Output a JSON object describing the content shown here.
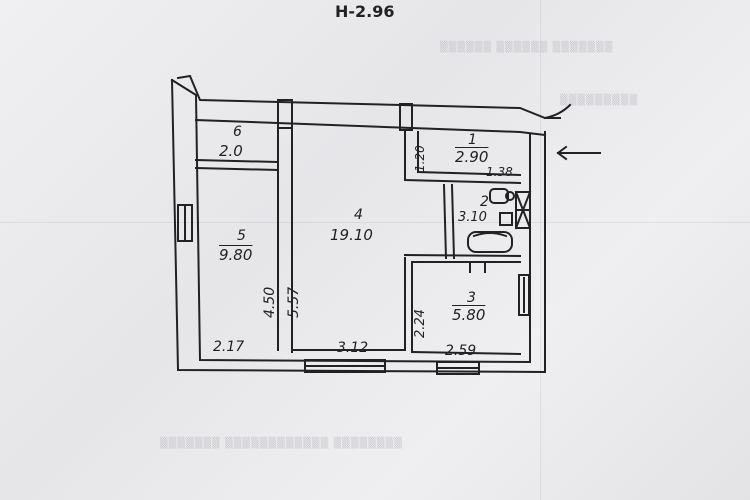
{
  "header": {
    "code": "Н-2.96"
  },
  "rooms": [
    {
      "number": "1",
      "area": "2.90"
    },
    {
      "number": "2",
      "area": "3.10"
    },
    {
      "number": "3",
      "area": "5.80"
    },
    {
      "number": "4",
      "area": "19.10"
    },
    {
      "number": "5",
      "area": "9.80"
    },
    {
      "number": "6",
      "area": "2.0"
    }
  ],
  "dimensions": {
    "room1_height": "1.20",
    "room1_width": "1.38",
    "room3_height": "2.24",
    "room3_width": "2.59",
    "room4_height": "5.57",
    "room4_width": "3.12",
    "room5_height": "4.50",
    "room5_width": "2.17"
  },
  "entrance_arrow": "arrow-left",
  "colors": {
    "ink": "#222222",
    "paper": "#eeeef0",
    "faded": "#c9c9cf"
  }
}
